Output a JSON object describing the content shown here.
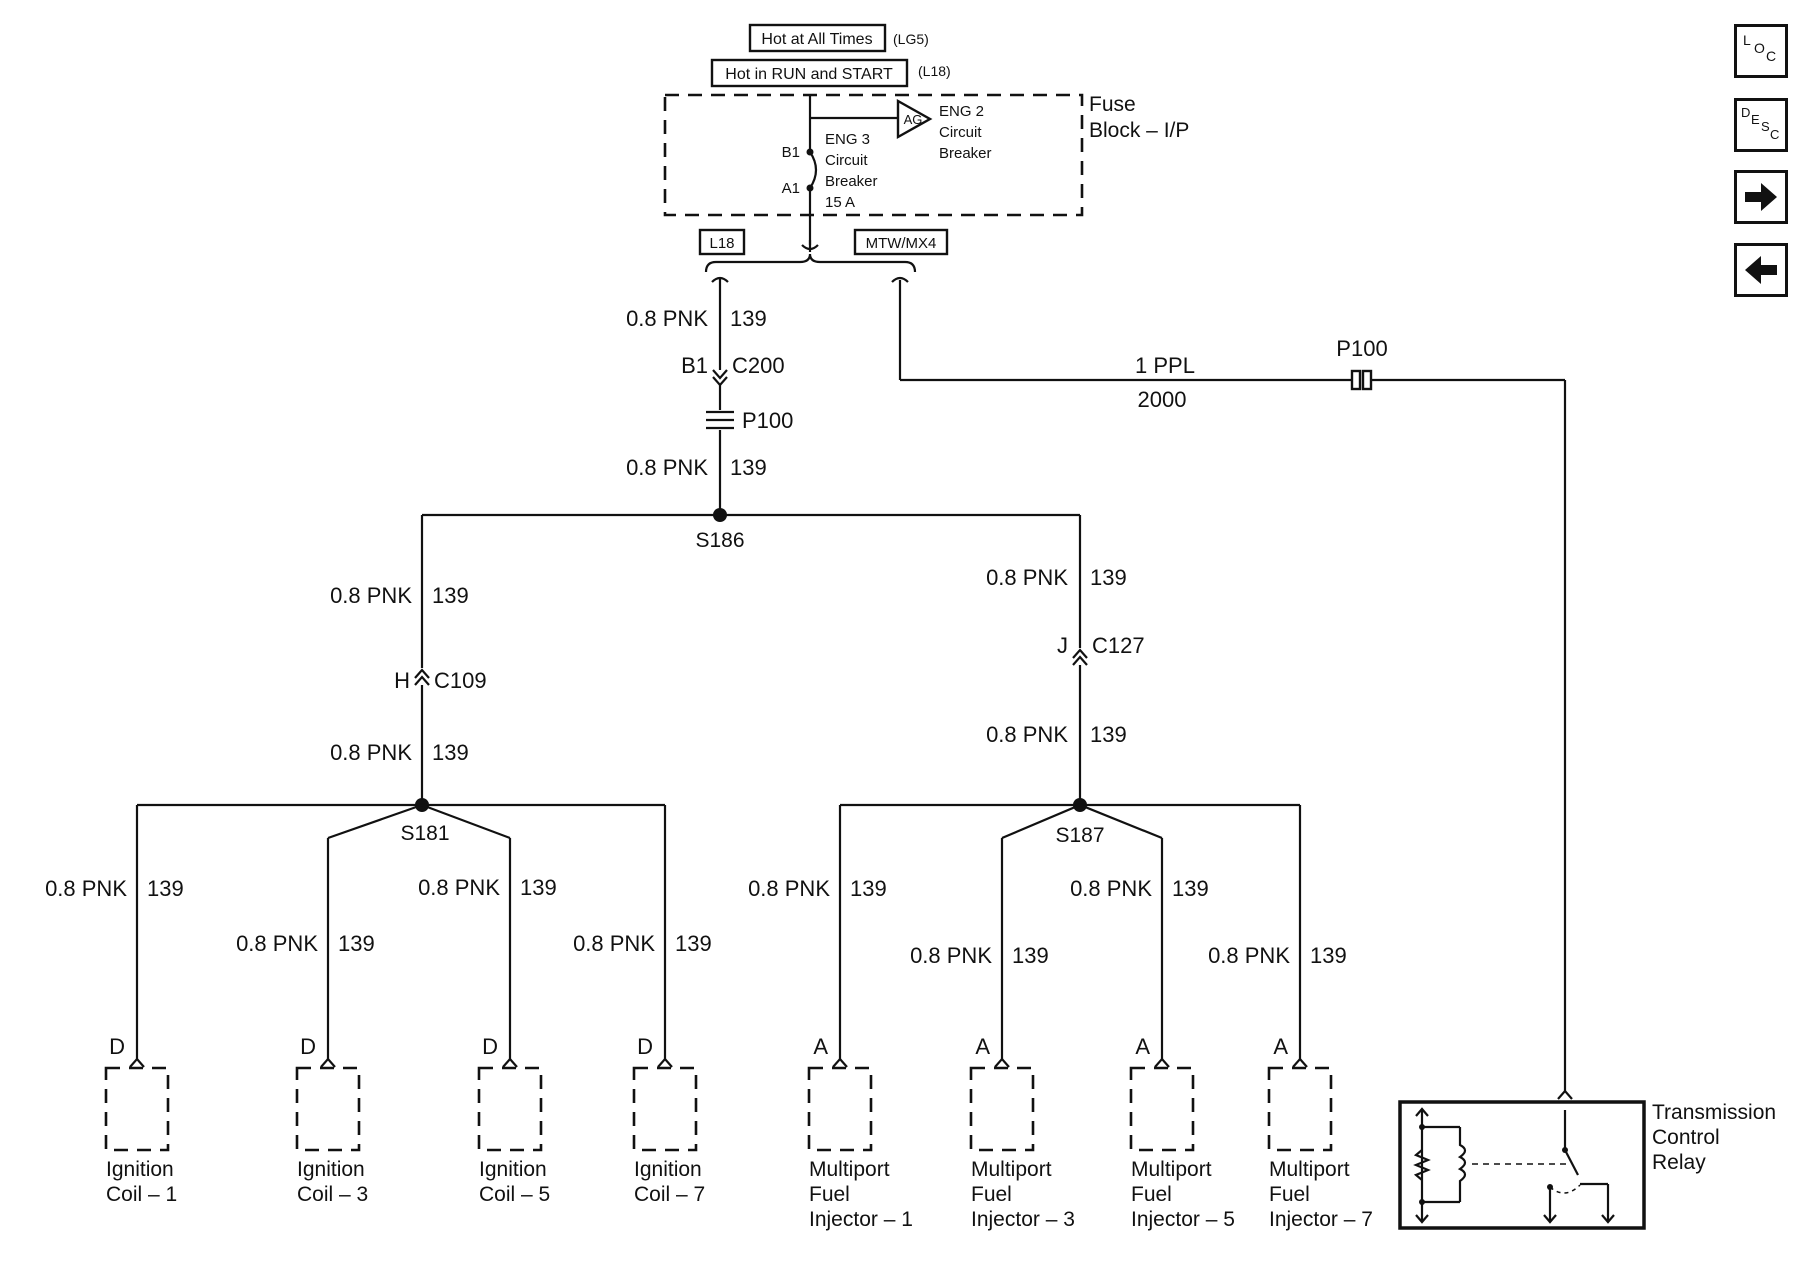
{
  "fuse_block": {
    "hot_at_all_times": "Hot at All Times",
    "hot_at_all_times_option": "(LG5)",
    "hot_in_run_start": "Hot in RUN and START",
    "hot_in_run_start_option": "(L18)",
    "title_line1": "Fuse",
    "title_line2": "Block – I/P",
    "eng3_lines": [
      "ENG 3",
      "Circuit",
      "Breaker",
      "15 A"
    ],
    "eng2_lines": [
      "ENG 2",
      "Circuit",
      "Breaker"
    ],
    "ag_label": "AG",
    "pin_b1": "B1",
    "pin_a1": "A1",
    "option_l18": "L18",
    "option_mtw": "MTW/MX4"
  },
  "wires": {
    "main_top": {
      "gauge": "0.8 PNK",
      "circuit": "139"
    },
    "main_bottom": {
      "gauge": "0.8 PNK",
      "circuit": "139"
    },
    "left_branch_top": {
      "gauge": "0.8 PNK",
      "circuit": "139"
    },
    "left_branch_bottom": {
      "gauge": "0.8 PNK",
      "circuit": "139"
    },
    "right_branch_top": {
      "gauge": "0.8 PNK",
      "circuit": "139"
    },
    "right_branch_bottom": {
      "gauge": "0.8 PNK",
      "circuit": "139"
    },
    "relay_wire": {
      "gauge": "1 PPL",
      "circuit": "2000"
    }
  },
  "connectors": {
    "c200_pin": "B1",
    "c200": "C200",
    "p100": "P100",
    "p100_relay": "P100",
    "c109_pin": "H",
    "c109": "C109",
    "c127_pin": "J",
    "c127": "C127"
  },
  "splices": {
    "s186": "S186",
    "s181": "S181",
    "s187": "S187"
  },
  "components": [
    {
      "pin": "D",
      "gauge": "0.8 PNK",
      "circuit": "139",
      "name_lines": [
        "Ignition",
        "Coil – 1"
      ]
    },
    {
      "pin": "D",
      "gauge": "0.8 PNK",
      "circuit": "139",
      "name_lines": [
        "Ignition",
        "Coil – 3"
      ]
    },
    {
      "pin": "D",
      "gauge": "0.8 PNK",
      "circuit": "139",
      "name_lines": [
        "Ignition",
        "Coil – 5"
      ]
    },
    {
      "pin": "D",
      "gauge": "0.8 PNK",
      "circuit": "139",
      "name_lines": [
        "Ignition",
        "Coil – 7"
      ]
    },
    {
      "pin": "A",
      "gauge": "0.8 PNK",
      "circuit": "139",
      "name_lines": [
        "Multiport",
        "Fuel",
        "Injector – 1"
      ]
    },
    {
      "pin": "A",
      "gauge": "0.8 PNK",
      "circuit": "139",
      "name_lines": [
        "Multiport",
        "Fuel",
        "Injector – 3"
      ]
    },
    {
      "pin": "A",
      "gauge": "0.8 PNK",
      "circuit": "139",
      "name_lines": [
        "Multiport",
        "Fuel",
        "Injector – 5"
      ]
    },
    {
      "pin": "A",
      "gauge": "0.8 PNK",
      "circuit": "139",
      "name_lines": [
        "Multiport",
        "Fuel",
        "Injector – 7"
      ]
    }
  ],
  "relay": {
    "name_lines": [
      "Transmission",
      "Control",
      "Relay"
    ]
  },
  "nav": {
    "loc_letters": [
      "L",
      "O",
      "C"
    ],
    "desc_letters": [
      "D",
      "E",
      "S",
      "C"
    ],
    "next_icon": "arrow-right-icon",
    "prev_icon": "arrow-left-icon"
  }
}
